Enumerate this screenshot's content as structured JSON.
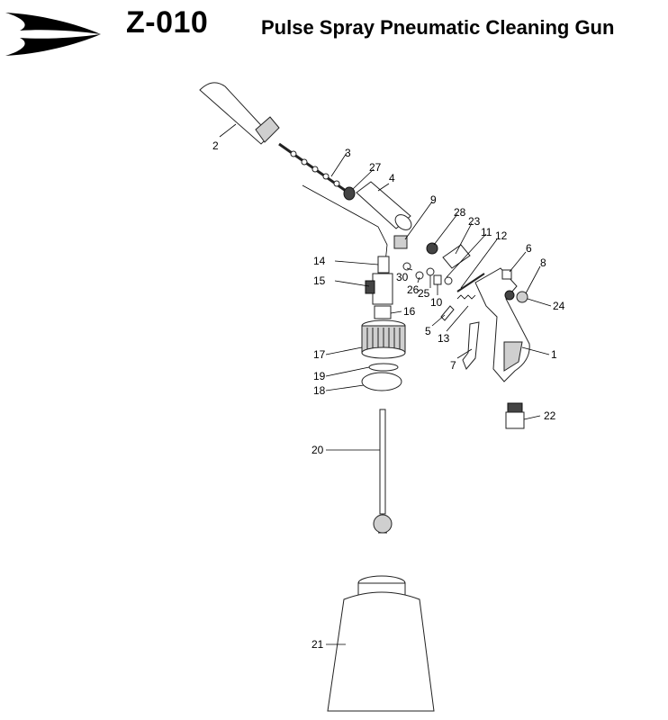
{
  "header": {
    "model": "Z-010",
    "title": "Pulse Spray Pneumatic Cleaning Gun"
  },
  "logo": {
    "icon": "bird-wings-logo-icon"
  },
  "parts": [
    {
      "id": "p2",
      "label": "2"
    },
    {
      "id": "p3",
      "label": "3"
    },
    {
      "id": "p27",
      "label": "27"
    },
    {
      "id": "p4",
      "label": "4"
    },
    {
      "id": "p9",
      "label": "9"
    },
    {
      "id": "p28",
      "label": "28"
    },
    {
      "id": "p23",
      "label": "23"
    },
    {
      "id": "p11",
      "label": "11"
    },
    {
      "id": "p12",
      "label": "12"
    },
    {
      "id": "p6",
      "label": "6"
    },
    {
      "id": "p8",
      "label": "8"
    },
    {
      "id": "p14",
      "label": "14"
    },
    {
      "id": "p30",
      "label": "30"
    },
    {
      "id": "p26",
      "label": "26"
    },
    {
      "id": "p25",
      "label": "25"
    },
    {
      "id": "p10",
      "label": "10"
    },
    {
      "id": "p15",
      "label": "15"
    },
    {
      "id": "p24",
      "label": "24"
    },
    {
      "id": "p5",
      "label": "5"
    },
    {
      "id": "p13",
      "label": "13"
    },
    {
      "id": "p16",
      "label": "16"
    },
    {
      "id": "p17",
      "label": "17"
    },
    {
      "id": "p7",
      "label": "7"
    },
    {
      "id": "p1",
      "label": "1"
    },
    {
      "id": "p19",
      "label": "19"
    },
    {
      "id": "p18",
      "label": "18"
    },
    {
      "id": "p22",
      "label": "22"
    },
    {
      "id": "p20",
      "label": "20"
    },
    {
      "id": "p21",
      "label": "21"
    }
  ]
}
